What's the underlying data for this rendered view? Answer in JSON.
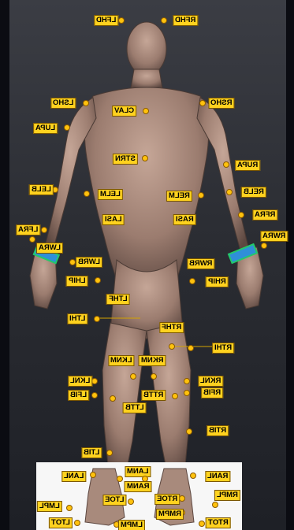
{
  "colors": {
    "label_fill": "#ffd21f",
    "marker": "#ffc20e",
    "wrist_bar": "#2f8fd8",
    "wrist_bar_outline": "#22c96b"
  },
  "markers": [
    {
      "id": "lfhd",
      "label": "LFHD"
    },
    {
      "id": "rfhd",
      "label": "RFHD"
    },
    {
      "id": "lsho",
      "label": "LSHO"
    },
    {
      "id": "clav",
      "label": "CLAV"
    },
    {
      "id": "rsho",
      "label": "RSHO"
    },
    {
      "id": "lupa",
      "label": "LUPA"
    },
    {
      "id": "strn",
      "label": "STRN"
    },
    {
      "id": "rupa",
      "label": "RUPA"
    },
    {
      "id": "lelb",
      "label": "LELB"
    },
    {
      "id": "lelm",
      "label": "LELM"
    },
    {
      "id": "relm",
      "label": "RELM"
    },
    {
      "id": "relb",
      "label": "RELB"
    },
    {
      "id": "lasi",
      "label": "LASI"
    },
    {
      "id": "rasi",
      "label": "RASI"
    },
    {
      "id": "rfra",
      "label": "RFRA"
    },
    {
      "id": "lfra",
      "label": "LFRA"
    },
    {
      "id": "rwra",
      "label": "RWRA"
    },
    {
      "id": "lwra",
      "label": "LWRA"
    },
    {
      "id": "lwrb",
      "label": "LWRB"
    },
    {
      "id": "rwrb",
      "label": "RWRB"
    },
    {
      "id": "lhip",
      "label": "LHIP"
    },
    {
      "id": "rhip",
      "label": "RHIP"
    },
    {
      "id": "lthf",
      "label": "LTHF"
    },
    {
      "id": "lthi",
      "label": "LTHI"
    },
    {
      "id": "rthf",
      "label": "RTHF"
    },
    {
      "id": "rthi",
      "label": "RTHI"
    },
    {
      "id": "lknm",
      "label": "LKNM"
    },
    {
      "id": "rknm",
      "label": "RKNM"
    },
    {
      "id": "lknl",
      "label": "LKNL"
    },
    {
      "id": "rknl",
      "label": "RKNL"
    },
    {
      "id": "lfib",
      "label": "LFIB"
    },
    {
      "id": "rfib",
      "label": "RFIB"
    },
    {
      "id": "rttb",
      "label": "RTTB"
    },
    {
      "id": "lttb",
      "label": "LTTB"
    },
    {
      "id": "rtib",
      "label": "RTIB"
    },
    {
      "id": "ltib",
      "label": "LTIB"
    },
    {
      "id": "lanl",
      "label": "LANL"
    },
    {
      "id": "lanm",
      "label": "LANM"
    },
    {
      "id": "ranm",
      "label": "RANM"
    },
    {
      "id": "ranl",
      "label": "RANL"
    },
    {
      "id": "rmpl",
      "label": "RMPL"
    },
    {
      "id": "lmpl",
      "label": "LMPL"
    },
    {
      "id": "ltoe",
      "label": "LTOE"
    },
    {
      "id": "rtoe",
      "label": "RTOE"
    },
    {
      "id": "rmpm",
      "label": "RMPM"
    },
    {
      "id": "lmpm",
      "label": "LMPM"
    },
    {
      "id": "ltot",
      "label": "LTOT"
    },
    {
      "id": "rtot",
      "label": "RTOT"
    }
  ]
}
